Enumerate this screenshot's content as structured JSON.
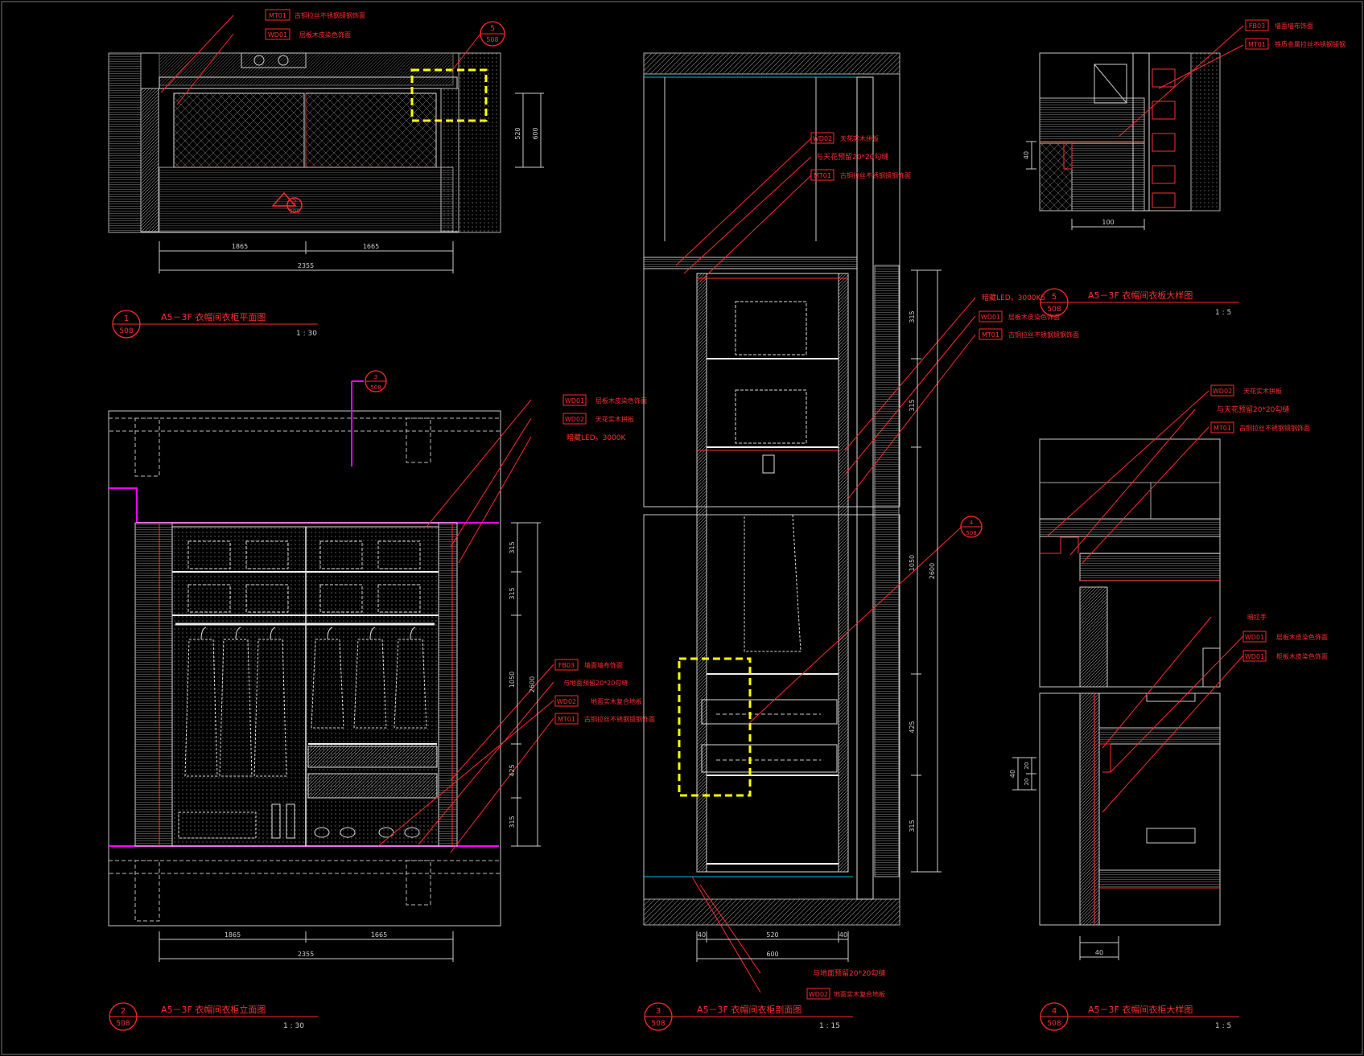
{
  "drawings": {
    "plan": {
      "number": "1",
      "sheet": "508",
      "title": "A5－3F  衣帽间衣柜平面图",
      "scale": "1 : 30"
    },
    "elev": {
      "number": "2",
      "sheet": "508",
      "title": "A5－3F  衣帽间衣柜立面图",
      "scale": "1 : 30"
    },
    "section": {
      "number": "3",
      "sheet": "508",
      "title": "A5－3F  衣帽间衣柜剖面图",
      "scale": "1 : 15"
    },
    "detail4": {
      "number": "4",
      "sheet": "508",
      "title": "A5－3F  衣帽间衣柜大样图",
      "scale": "1 : 5"
    },
    "detail5": {
      "number": "5",
      "sheet": "508",
      "title": "A5－3F  衣帽间衣板大样图",
      "scale": "1 : 5"
    }
  },
  "callouts": {
    "plan_mark": {
      "number": "5",
      "sheet": "508"
    },
    "plan_elev_mark": {
      "number": "2",
      "sheet": "508"
    },
    "elev_section_mark": {
      "number": "3",
      "sheet": "508"
    },
    "section_detail_mark": {
      "number": "4",
      "sheet": "508"
    }
  },
  "dims": {
    "plan_bottom": [
      "1865",
      "1665",
      "2355"
    ],
    "plan_right": [
      "520",
      "600"
    ],
    "elev_bottom": [
      "1865",
      "1665",
      "2355"
    ],
    "elev_right": [
      "315",
      "315",
      "1050",
      "425",
      "315",
      "2600"
    ],
    "section_bottom": [
      "40",
      "520",
      "40",
      "600"
    ],
    "section_right": [
      "315",
      "315",
      "1050",
      "425",
      "315",
      "2600"
    ],
    "detail5": [
      "40",
      "100"
    ],
    "detail4": [
      "40",
      "20",
      "20",
      "40"
    ]
  },
  "notes": {
    "plan": [
      {
        "tag": "MT01",
        "text": "古铜拉丝不锈钢镜钢饰面"
      },
      {
        "tag": "WD01",
        "text": "层板木皮染色饰面"
      }
    ],
    "elev": [
      {
        "tag": "WD01",
        "text": "层板木皮染色饰面"
      },
      {
        "tag": "WD02",
        "text": "天花实木拼板"
      },
      {
        "tag": "",
        "text": "暗藏LED，3000K"
      },
      {
        "tag": "FB03",
        "text": "墙面墙布饰面"
      },
      {
        "tag": "",
        "text": "与地面预留20*20勾缝"
      },
      {
        "tag": "WD02",
        "text": "地面实木复合地板"
      },
      {
        "tag": "MT01",
        "text": "古铜拉丝不锈钢镜钢饰面"
      }
    ],
    "section_top": [
      {
        "tag": "WD02",
        "text": "天花实木拼板"
      },
      {
        "tag": "",
        "text": "与天花预留20*20勾缝"
      },
      {
        "tag": "MT01",
        "text": "古铜拉丝不锈钢镜钢饰面"
      }
    ],
    "section_mid": [
      {
        "tag": "",
        "text": "暗藏LED，3000K5"
      },
      {
        "tag": "WD01",
        "text": "层板木皮染色饰面"
      },
      {
        "tag": "MT01",
        "text": "古铜拉丝不锈钢镜钢饰面"
      }
    ],
    "section_bottom": [
      {
        "tag": "",
        "text": "与地面预留20*20勾缝"
      },
      {
        "tag": "WD02",
        "text": "地面实木复合地板"
      }
    ],
    "detail5": [
      {
        "tag": "FB03",
        "text": "墙面墙布饰面"
      },
      {
        "tag": "MT01",
        "text": "铁质金属拉丝不锈钢镜钢"
      }
    ],
    "detail4_top": [
      {
        "tag": "WD02",
        "text": "天花实木拼板"
      },
      {
        "tag": "",
        "text": "与天花预留20*20勾缝"
      },
      {
        "tag": "MT01",
        "text": "古铜拉丝不锈钢镜钢饰面"
      }
    ],
    "detail4_mid": [
      {
        "tag": "",
        "text": "暗拉手"
      },
      {
        "tag": "WD01",
        "text": "层板木皮染色饰面"
      },
      {
        "tag": "WD01",
        "text": "柜板木皮染色饰面"
      }
    ]
  },
  "colors": {
    "line": "#d8d8d8",
    "note": "#ff2a2a",
    "title": "#ff3030",
    "highlight": "#ffff00",
    "accent": "#ff00ff"
  }
}
